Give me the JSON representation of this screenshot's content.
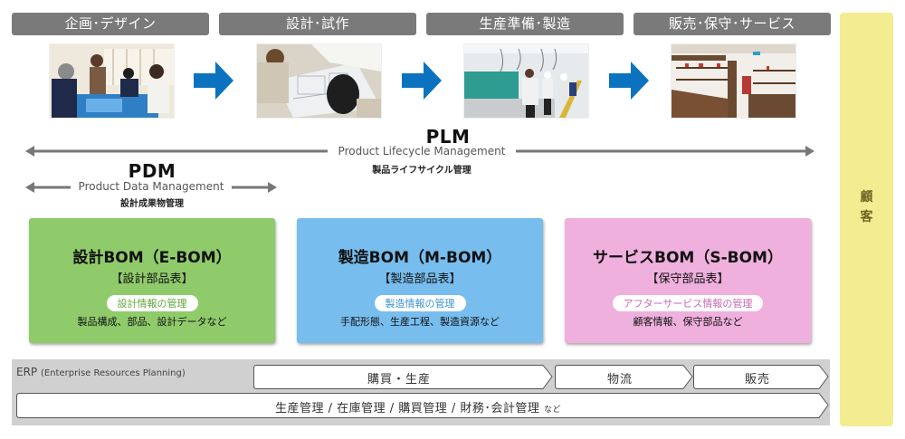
{
  "stages": [
    {
      "label": "企画･デザイン",
      "image": "planning-meeting-illustration"
    },
    {
      "label": "設計･試作",
      "image": "design-drawings-illustration"
    },
    {
      "label": "生産準備･製造",
      "image": "factory-production-line-illustration"
    },
    {
      "label": "販売･保守･サービス",
      "image": "retail-store-illustration"
    }
  ],
  "flow_arrow_icon": "right-arrow-icon",
  "plm": {
    "title": "PLM",
    "english": "Product Lifecycle Management",
    "japanese": "製品ライフサイクル管理"
  },
  "pdm": {
    "title": "PDM",
    "english": "Product Data Management",
    "japanese": "設計成果物管理"
  },
  "boms": [
    {
      "title": "設計BOM（E-BOM）",
      "subtitle": "【設計部品表】",
      "pill": "設計情報の管理",
      "description": "製品構成、部品、設計データなど",
      "color": "#8fcb6a",
      "pill_color": "#5ea83a"
    },
    {
      "title": "製造BOM（M-BOM）",
      "subtitle": "【製造部品表】",
      "pill": "製造情報の管理",
      "description": "手配形態、生産工程、製造資源など",
      "color": "#77bdee",
      "pill_color": "#3d94cf"
    },
    {
      "title": "サービスBOM（S-BOM）",
      "subtitle": "【保守部品表】",
      "pill": "アフターサービス情報の管理",
      "description": "顧客情報、保守部品など",
      "color": "#efb0dd",
      "pill_color": "#c968b6"
    }
  ],
  "erp": {
    "label": "ERP",
    "label_full": "(Enterprise Resources Planning)",
    "processes": [
      "購買・生産",
      "物流",
      "販売"
    ],
    "functions": "生産管理 / 在庫管理 / 購買管理 / 財務･会計管理",
    "functions_suffix": "など"
  },
  "customer": {
    "label_lines": [
      "顧",
      "客"
    ]
  }
}
